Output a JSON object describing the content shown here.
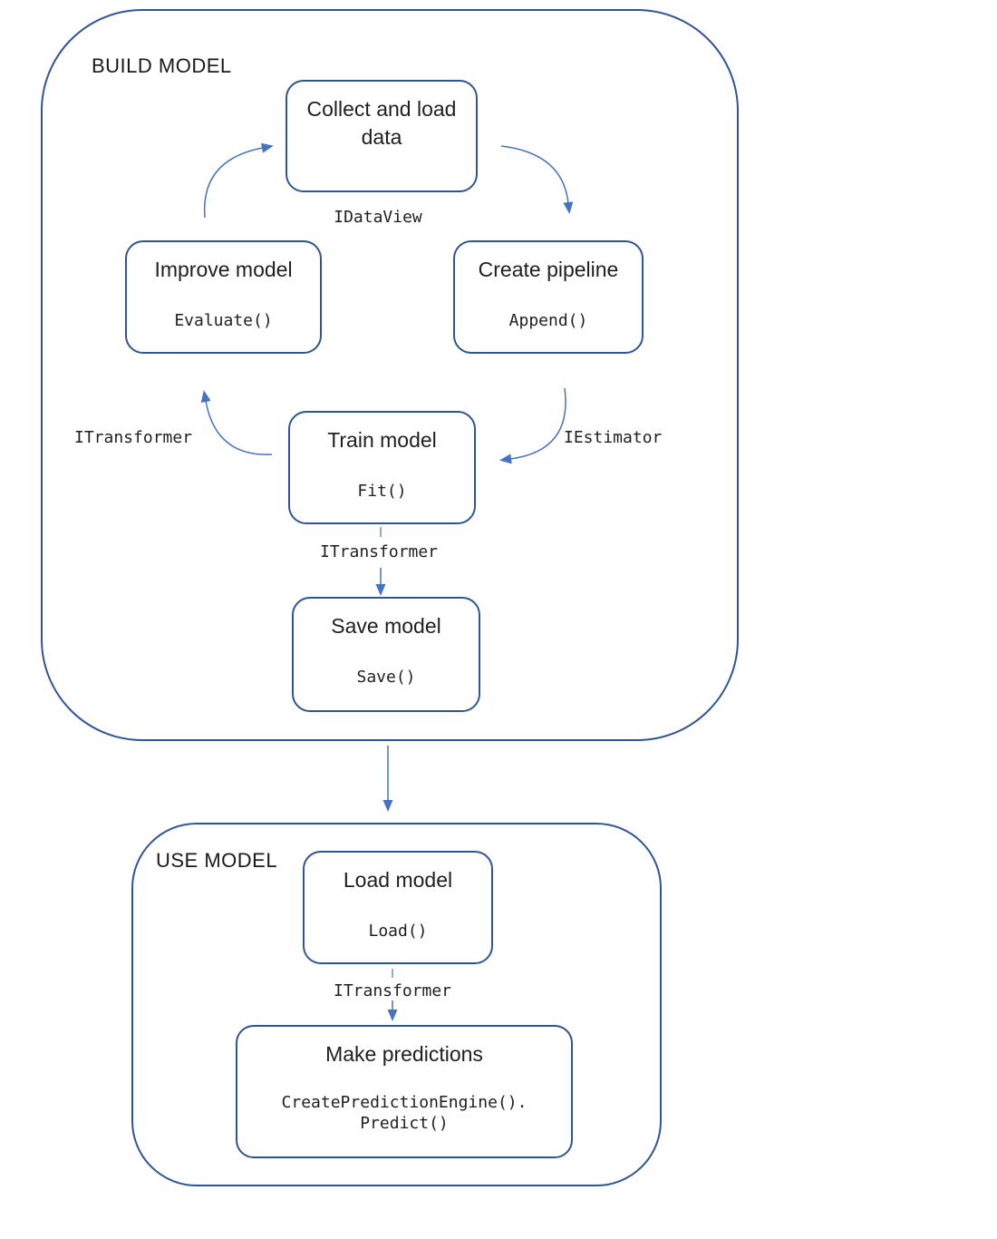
{
  "diagram": {
    "build_model": {
      "title": "BUILD MODEL",
      "boxes": {
        "collect": {
          "title": "Collect and load data"
        },
        "create": {
          "title": "Create pipeline",
          "code": "Append()"
        },
        "train": {
          "title": "Train model",
          "code": "Fit()"
        },
        "improve": {
          "title": "Improve model",
          "code": "Evaluate()"
        },
        "save": {
          "title": "Save model",
          "code": "Save()"
        }
      },
      "edge_labels": {
        "idataview": "IDataView",
        "iestimator": "IEstimator",
        "itransformer_left": "ITransformer",
        "itransformer_mid": "ITransformer"
      }
    },
    "use_model": {
      "title": "USE MODEL",
      "boxes": {
        "load": {
          "title": "Load model",
          "code": "Load()"
        },
        "predict": {
          "title": "Make predictions",
          "code_line1": "CreatePredictionEngine().",
          "code_line2": "Predict()"
        }
      },
      "edge_labels": {
        "itransformer": "ITransformer"
      }
    },
    "colors": {
      "box_border": "#2F5597",
      "arrow": "#4472C4",
      "connector_stub": "#8FAADC",
      "text": "#1F1F1F"
    }
  }
}
